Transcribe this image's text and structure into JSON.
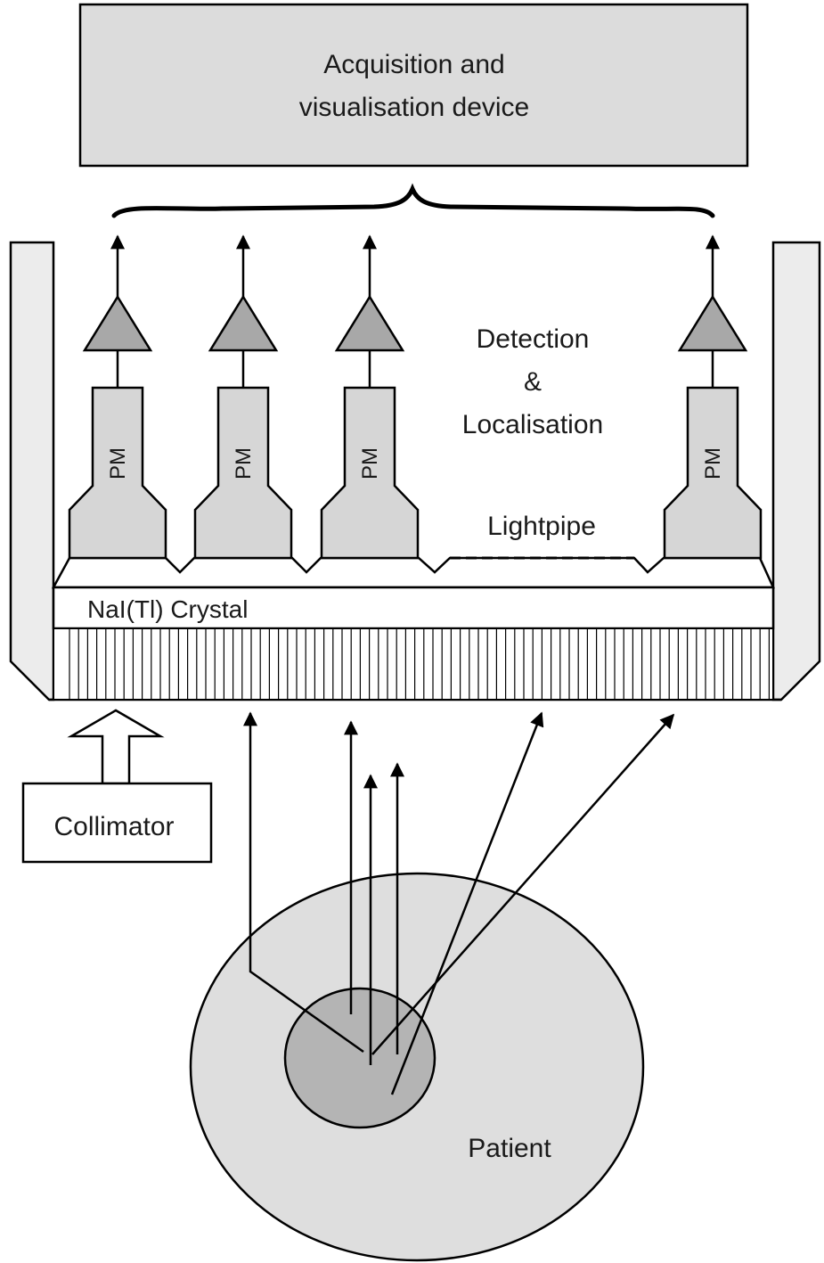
{
  "device_box": {
    "line1": "Acquisition and",
    "line2": "visualisation device"
  },
  "detection": {
    "line1": "Detection",
    "line2": "&",
    "line3": "Localisation"
  },
  "pm_label": "PM",
  "lightpipe_label": "Lightpipe",
  "crystal_label": "NaI(Tl) Crystal",
  "collimator_label": "Collimator",
  "patient_label": "Patient",
  "colors": {
    "stroke": "#000000",
    "box_fill": "#dcdcdc",
    "pm_fill": "#d6d6d6",
    "amp_fill": "#a8a8a8",
    "housing_fill": "#ececec",
    "patient_fill": "#dedede",
    "organ_fill": "#b4b4b4"
  }
}
